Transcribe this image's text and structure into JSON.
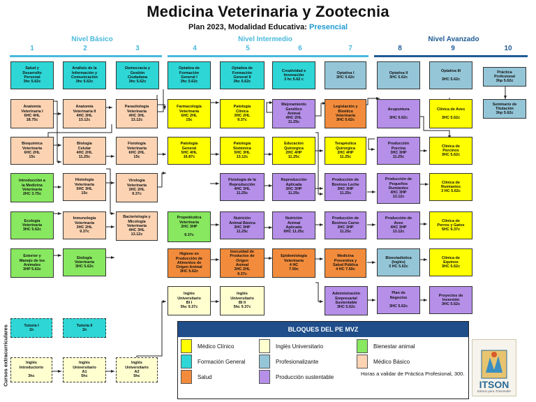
{
  "header": {
    "title": "Medicina Veterinaria y Zootecnia",
    "subtitle_prefix": "Plan 2023, Modalidad Educativa:",
    "subtitle_mode": "Presencial"
  },
  "levels": {
    "basico": "Nivel Básico",
    "intermedio": "Nivel Intermedio",
    "avanzado": "Nivel Avanzado"
  },
  "semesters": [
    "1",
    "2",
    "3",
    "4",
    "5",
    "6",
    "7",
    "8",
    "9",
    "10"
  ],
  "courses": {
    "c_salud": "Salud y\nDesarrollo\nPersonal\n3hc    5.62c",
    "c_analisis": "Análisis de la\nInformación y\nComunicación\n3hc    5.62c",
    "c_democracia": "Democracia y\nGestión\nCiudadana\n3hc    5.62c",
    "c_opt1": "Optativa de\nFormación\nGeneral I\n3hc    5.62c",
    "c_opt2": "Optativa de\nFormación\nGeneral II\n3hc    5.62c",
    "c_creatividad": "Creatividad e\nInnovación\n3 hc   5.62 c",
    "c_optI": "Optativa I\n3HC      5.62c",
    "c_optII": "Optativa II\n3HC      5.62c",
    "c_optIII": "Optativa III\n\n3HC      5.62c",
    "c_practica": "Práctica\nProfesional\n3hp     5.62c",
    "c_seminario": "Seminario de\nTitulación\n3hp     5.62c",
    "c_anatomia1": "Anatomía\nVeterinaria I\n6HC    4HL\n18.75c",
    "c_anatomia2": "Anatomía\nVeterinaria II\n4HC    3HL\n13.12c",
    "c_parasito": "Parasitología\nVeterinaria\n4HC    3HL\n13.12c",
    "c_farmaco": "Farmacología\nVeterinaria\n6HC    2HL\n15c",
    "c_patologiaclin": "Patología\nClínica\n3HC    2HL\n9.37c",
    "c_mejoramiento": "Mejoramiento\nGenético\nAnimal\n4HC    2HL\n11.25c",
    "c_legislacion": "Legislación y\nBioética\nVeterinaria\n3HC  5.62c",
    "c_acupuntura": "Acupuntura\n\n3HC    5.62c",
    "c_aves": "Clínica de Aves\n\n3HC    5.62c",
    "c_bioquimica": "Bioquímica\nVeterinaria\n6HC    2HL\n15c",
    "c_biologia": "Biología\nCelular\n4HC    2HL\n11.25c",
    "c_fisiologia": "Fisiología\nVeterinaria\n6HC    2HL\n15c",
    "c_patologiagral": "Patología\nGeneral\n5HC   4HL\n16.87c",
    "c_patologiasist": "Patología\nSistémica\n5HC   3HL\n13.12c",
    "c_educacion": "Educación\nQuirúrgica\n2HC   4HP\n11.25c",
    "c_terapeutica": "Terapéutica\nQuirúrgica\n2HC   4HP\n11.25c",
    "c_porcina": "Producción\nPorcina\n3HC   3HP\n11.25c",
    "c_porcinos": "Clínica de\nPorcinos\n3HC    5.62c",
    "c_intro": "Introducción a\nla Medicina\nVeterinaria\n2HC   3.75c",
    "c_histologia": "Histología\nVeterinaria\n5HC   3HL\n15c",
    "c_virologia": "Virología\nVeterinaria\n3HC   2HL\n9.37c",
    "c_fisioreprod": "Fisiología de la\nReproducción\n4HC   3HL\n11.25c",
    "c_reproduccion": "Reproducción\nAplicada\n3HC   3HP\n11.25c",
    "c_bovleche": "Producción de\nBovinos Leche\n3HC    3HP\n11.25c",
    "c_pequenos": "Producción de\nPequeños\nRumiantes\n4HC   3HP\n13.12c",
    "c_rumiantes": "Clínica de\nRumiantes\n3 HC   5.62c",
    "c_ecologia": "Ecología\nVeterinaria\n3HC   5.62c",
    "c_inmunologia": "Inmunología\nVeterinaria\n3HC   2HL\n9.37c",
    "c_bacteriologia": "Bacteriología y\nMicología\nVeterinaria\n4HC    3HL\n13.12c",
    "c_propedeutica": "Propedéutica\nVeterinaria\n2HC 3HP\n\n9.37c",
    "c_nutricion": "Nutrición\nAnimal Básica\n3HC   3HP\n11.25c",
    "c_nutricionapl": "Nutrición\nAnimal\nAplicada\n6HC   11.25c",
    "c_bovcarne": "Producción de\nBovinos Carne\n3HC     3HP\n11.25c",
    "c_prodaves": "Producción de\nAves\n4HC    3HP\n13.12c",
    "c_perros": "Clínica de\nPerros y Gatos\n5HC    9.37c",
    "c_exterior": "Exterior y\nManejo de los\nAnimales\n3HP   5.62c",
    "c_etologia": "Etología\nVeterinaria\n3HC  5.62c",
    "c_higiene": "Higiene en\nProducción de\nAlimentos de\nOrigen Animal\n3HC    5.62c",
    "c_inocuidad": "Inocuidad de\nProductos de\nOrigen\nAnimal\n3HC    2HL\n9.37c",
    "c_epidemio": "Epidemiología\nVeterinaria\n4 HC\n7.50c",
    "c_medprev": "Medicina\nPreventiva y\nSalud Pública\n4 HC   7.50c",
    "c_bioestadistica": "Bioestadística\n(Inglés)\n3 HC 5.62c",
    "c_equinos": "Clínica de\nEquinos\n3HC    5.62c",
    "c_ingles_bi1": "Inglés\nUniversitario\nBI I\n5hc      9.37c",
    "c_ingles_bi2": "Inglés\nUniversitario\nBI II\n5hc      9.37c",
    "c_admin": "Administración\nEmpresarial\nSustentable\n3HC    5.62c",
    "c_negocios": "Plan de\nNegocios\n\n3HC    5.62c",
    "c_proyectos": "Proyectos de\nInversión\n3HC    5.62c",
    "c_tutoria1": "Tutoría I\n1h",
    "c_tutoria2": "Tutoría II\n1h",
    "c_ingles_intro": "Inglés\nIntroductorio\n\n3hc",
    "c_ingles_a1": "Inglés\nUniversitario\nA1\n5hc",
    "c_ingles_a2": "Inglés\nUniversitario\nA2\n5hc"
  },
  "side_label": "Cursos extracurriculares",
  "legend": {
    "title": "BLOQUES DEL PE MVZ",
    "items": [
      {
        "label": "Médico Clínico",
        "color": "#ffff00"
      },
      {
        "label": "Inglés Universitario",
        "color": "#ffffd0"
      },
      {
        "label": "Bienestar animal",
        "color": "#88e860"
      },
      {
        "label": "Formación General",
        "color": "#2ed6d6"
      },
      {
        "label": "Profesionalizante",
        "color": "#94c6d8"
      },
      {
        "label": "Médico Básico",
        "color": "#fcd4b4"
      },
      {
        "label": "Salud",
        "color": "#f28c3c"
      },
      {
        "label": "Producción sustentable",
        "color": "#b58fe8"
      }
    ],
    "note": "Horas a validar de Práctica Profesional, 300."
  },
  "logo": {
    "name": "ITSON",
    "slogan": "Educar para Trascender"
  }
}
